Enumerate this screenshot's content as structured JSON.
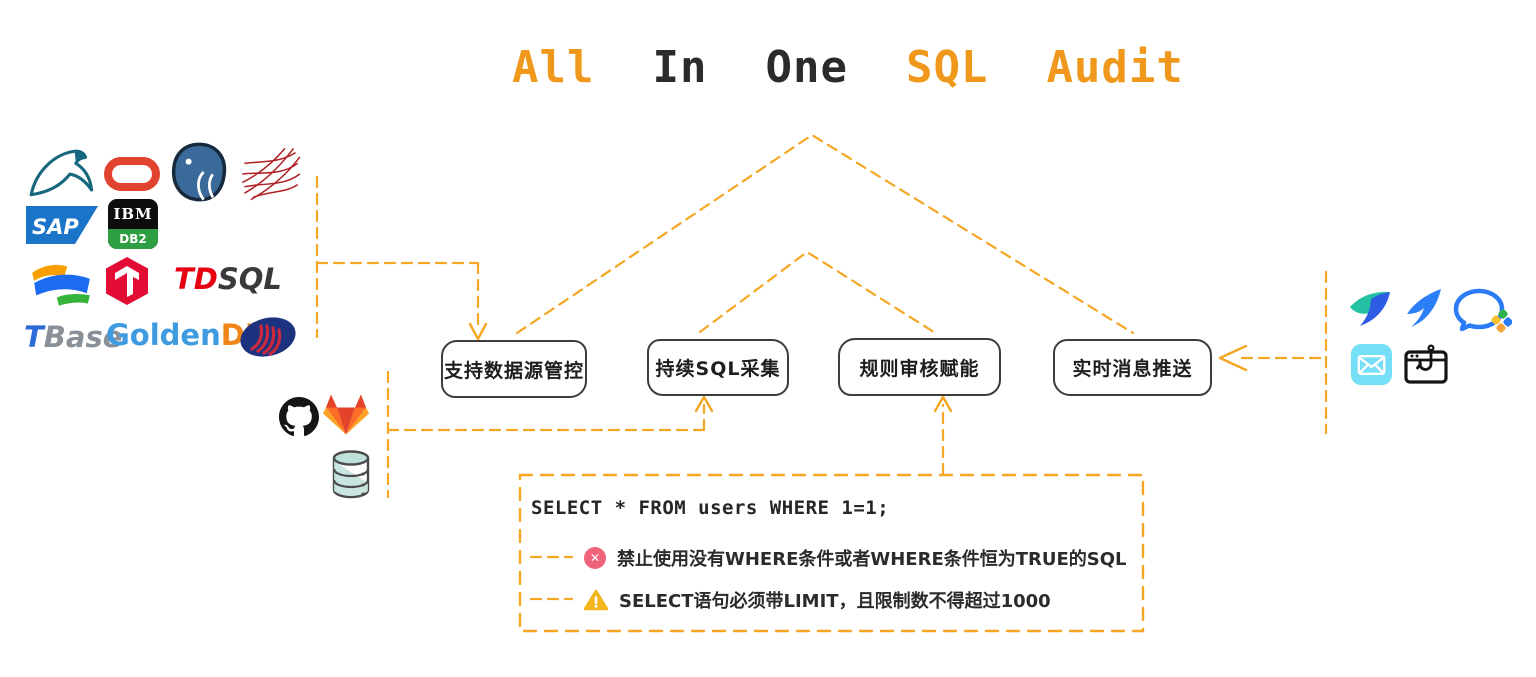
{
  "title": {
    "words": [
      {
        "text": "All",
        "color": "orange"
      },
      {
        "text": "In",
        "color": "ink"
      },
      {
        "text": "One",
        "color": "ink"
      },
      {
        "text": "SQL",
        "color": "orange"
      },
      {
        "text": "Audit",
        "color": "orange"
      }
    ]
  },
  "flow": {
    "boxes": [
      {
        "label": "支持数据源管控"
      },
      {
        "label": "持续SQL采集"
      },
      {
        "label": "规则审核赋能"
      },
      {
        "label": "实时消息推送"
      }
    ]
  },
  "logos": {
    "datasource_icons": [
      "mysql",
      "oracle",
      "postgresql",
      "sqlserver",
      "sap",
      "ibm-db2",
      "oceanbase",
      "tidb",
      "tdsql",
      "tbase",
      "goldendb",
      "gbase"
    ],
    "source_icons": [
      "github",
      "gitlab",
      "database"
    ],
    "push_channel_icons": [
      "feishu",
      "dingtalk",
      "wecom",
      "mail",
      "webhook"
    ],
    "sap": "SAP",
    "ibm": "IBM",
    "db2": "DB2",
    "tdsql_td": "TD",
    "tdsql_sql": "SQL",
    "tbase_t": "T",
    "tbase_base": "Base",
    "golden": "Golden",
    "db": "DB"
  },
  "sql_example": {
    "code": "SELECT * FROM users WHERE 1=1;",
    "rules": [
      {
        "severity": "error",
        "icon": "error-circle-x-icon",
        "text": "禁止使用没有WHERE条件或者WHERE条件恒为TRUE的SQL"
      },
      {
        "severity": "warning",
        "icon": "warning-triangle-icon",
        "text": "SELECT语句必须带LIMIT，且限制数不得超过1000"
      }
    ]
  },
  "colors": {
    "accent": "#F5A623",
    "title_orange": "#F0981B",
    "ink": "#2B2B2B",
    "error": "#F0647B",
    "warning": "#F3B41E"
  }
}
